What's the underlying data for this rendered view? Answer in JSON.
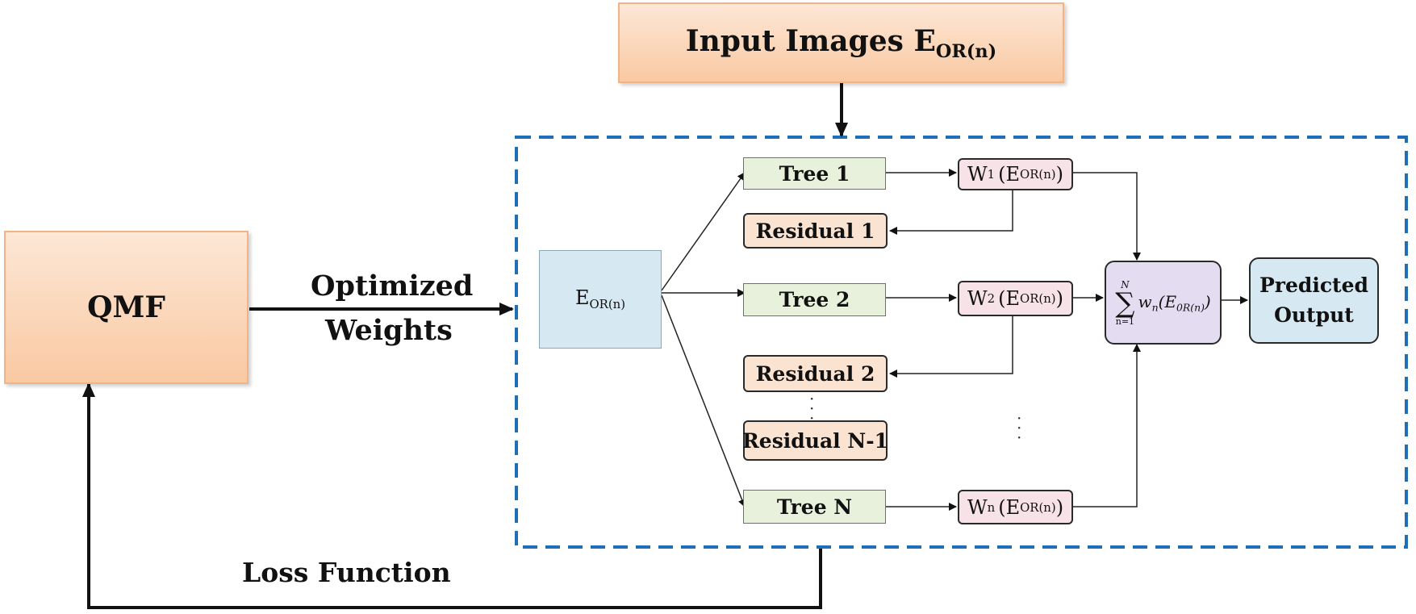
{
  "input_images": {
    "text": "Input Images E",
    "sub": "OR(n)"
  },
  "qmf": {
    "label": "QMF"
  },
  "arrow_labels": {
    "optimized_line1": "Optimized",
    "optimized_line2": "Weights",
    "loss_function": "Loss Function"
  },
  "eor": {
    "text": "E",
    "sub": "OR(n)"
  },
  "trees": [
    "Tree 1",
    "Tree 2",
    "Tree N"
  ],
  "residuals": [
    "Residual 1",
    "Residual 2",
    "Residual N-1"
  ],
  "weights": [
    {
      "w": "W",
      "wsub": "1",
      "open": "(E",
      "esub": "OR(n)",
      "close": ")"
    },
    {
      "w": "W",
      "wsub": "2",
      "open": "(E",
      "esub": "OR(n)",
      "close": ")"
    },
    {
      "w": "W",
      "wsub": "n",
      "open": "(E",
      "esub": "OR(n)",
      "close": ")"
    }
  ],
  "summation": {
    "upper": "N",
    "sigma": "∑",
    "lower": "n=1",
    "w": "w",
    "wsub": "n",
    "open": "(E",
    "esub": "0R(n)",
    "close": ")"
  },
  "predicted": {
    "line1": "Predicted",
    "line2": "Output"
  },
  "colors": {
    "dashed_border": "#1f6fb8",
    "tree_fill": "#e8f1db",
    "residual_fill": "#fbe3d2",
    "weight_fill": "#f7e2e8",
    "sum_fill": "#e4dcf0",
    "output_fill": "#d6e8f2",
    "orange_gradient": "#f9c9a2"
  }
}
